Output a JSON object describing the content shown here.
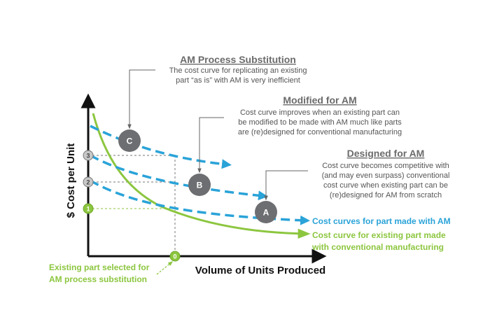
{
  "annotations": {
    "ams": {
      "title": "AM Process Substitution",
      "lines": [
        "The cost curve for replicating an existing",
        "part “as is” with AM is very inefficient"
      ],
      "marker": "C"
    },
    "modified": {
      "title": "Modified for AM",
      "lines": [
        "Cost curve improves when an existing part can",
        "be modified to be made with AM much like parts",
        "are (re)designed for conventional manufacturing"
      ],
      "marker": "B"
    },
    "designed": {
      "title": "Designed for AM",
      "lines": [
        "Cost curve becomes competitive with",
        "(and may even surpass) conventional",
        "cost curve when existing part can be",
        "(re)designed for AM from scratch"
      ],
      "marker": "A"
    }
  },
  "axes": {
    "y_label": "$ Cost per Unit",
    "x_label": "Volume of Units Produced",
    "y_markers": [
      "3",
      "2",
      "1"
    ],
    "x_marker": "0"
  },
  "legend": {
    "am": "Cost curves for part made with AM",
    "conventional_line1": "Cost curve for existing part made",
    "conventional_line2": "with conventional manufacturing"
  },
  "note": {
    "line1": "Existing part selected for",
    "line2": "AM process substitution"
  },
  "colors": {
    "am_curve": "#2aa3d8",
    "conventional_curve": "#8cc63f",
    "marker_fill": "#6d6e71",
    "axis": "#111111"
  }
}
